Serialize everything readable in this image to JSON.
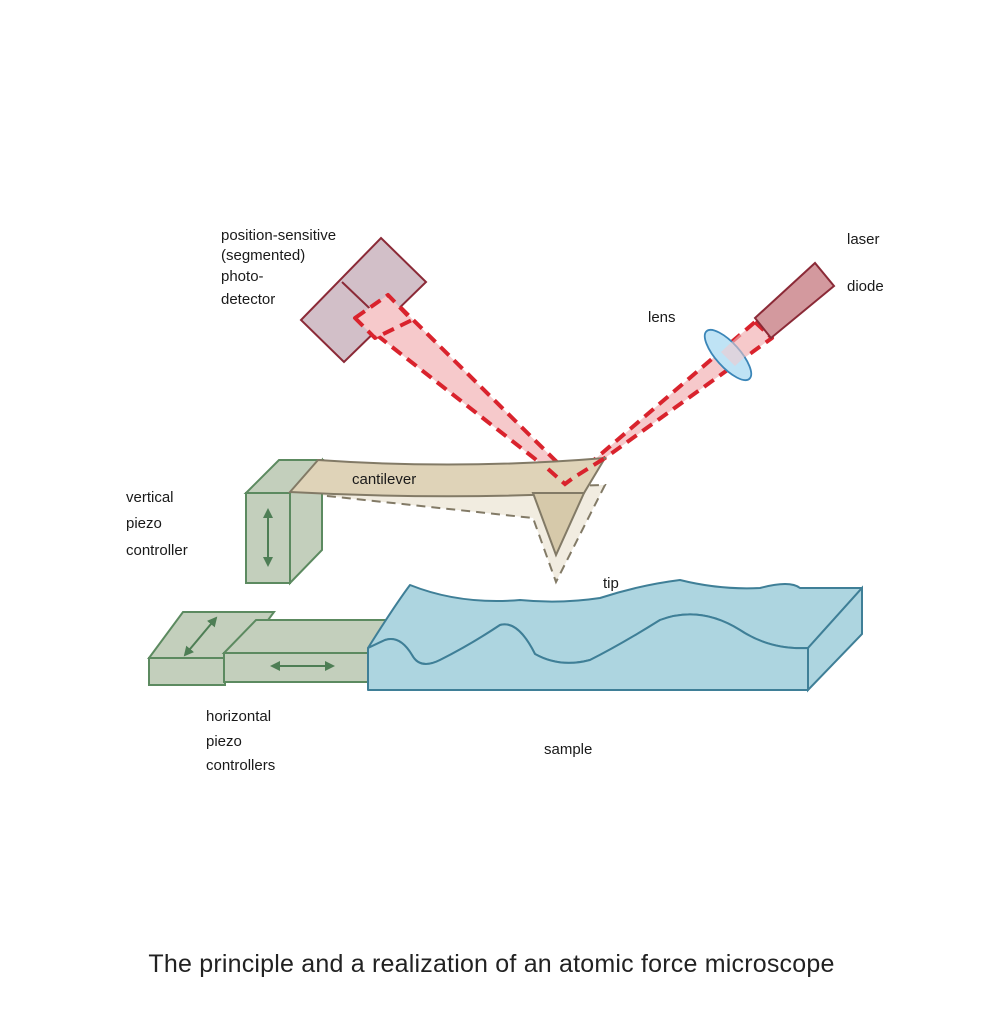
{
  "labels": {
    "photodetector": [
      "position-sensitive",
      "(segmented)",
      "photo-",
      "detector"
    ],
    "laser": "laser",
    "diode": "diode",
    "lens": "lens",
    "cantilever": "cantilever",
    "vertical_piezo": [
      "vertical",
      "piezo",
      "controller"
    ],
    "tip": "tip",
    "horizontal_piezo": [
      "horizontal",
      "piezo",
      "controllers"
    ],
    "sample": "sample"
  },
  "caption": "The principle and a realization of an atomic force microscope",
  "colors": {
    "laser_beam": "#d9232d",
    "beam_fill": "#f6c9cb",
    "detector_fill": "#d2bfc8",
    "detector_stroke": "#8b2a37",
    "diode_fill": "#d3999e",
    "lens_fill": "#bfe3f5",
    "lens_stroke": "#3b86b8",
    "cantilever_fill": "#dfd3b8",
    "cantilever_stroke": "#827a66",
    "cantilever_ghost": "#f1ece0",
    "piezo_fill": "#c3cfbc",
    "piezo_stroke": "#5c8a60",
    "arrow": "#4e7e55",
    "sample_fill": "#add5e0",
    "sample_stroke": "#3f7f97"
  }
}
